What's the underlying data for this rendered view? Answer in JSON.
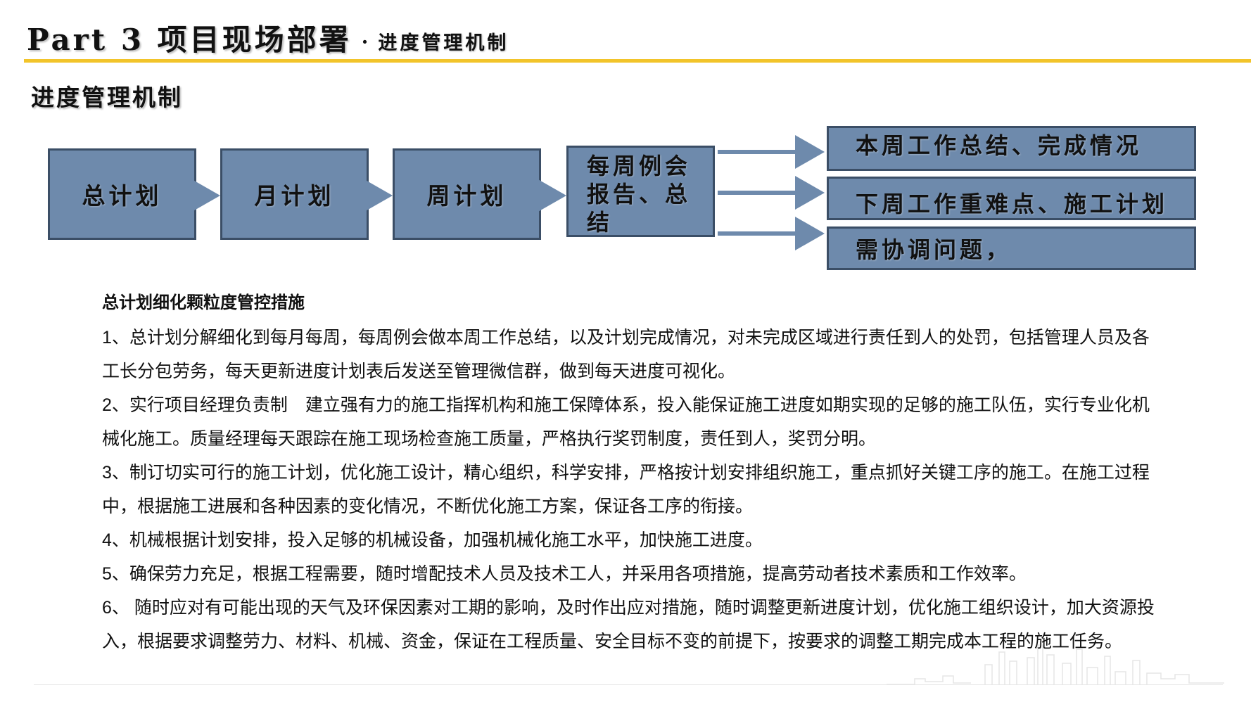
{
  "header": {
    "part_title": "Part 3 项目现场部署",
    "separator": "·",
    "sub_title": "进度管理机制"
  },
  "section_title": "进度管理机制",
  "flow": {
    "steps": [
      "总计划",
      "月计划",
      "周计划"
    ],
    "meeting": "每周例会报告、总结",
    "outputs": [
      "本周工作总结、完成情况",
      "下周工作重难点、施工计划",
      "需协调问题，"
    ]
  },
  "colors": {
    "box_fill": "#6e8aac",
    "box_border": "#3b4e66",
    "accent_rule": "#f2c42a"
  },
  "measures": {
    "title": "总计划细化颗粒度管控措施",
    "items": [
      "1、总计划分解细化到每月每周，每周例会做本周工作总结，以及计划完成情况，对未完成区域进行责任到人的处罚，包括管理人员及各工长分包劳务，每天更新进度计划表后发送至管理微信群，做到每天进度可视化。",
      "2、实行项目经理负责制　建立强有力的施工指挥机构和施工保障体系，投入能保证施工进度如期实现的足够的施工队伍，实行专业化机械化施工。质量经理每天跟踪在施工现场检查施工质量，严格执行奖罚制度，责任到人，奖罚分明。",
      "3、制订切实可行的施工计划，优化施工设计，精心组织，科学安排，严格按计划安排组织施工，重点抓好关键工序的施工。在施工过程中，根据施工进展和各种因素的变化情况，不断优化施工方案，保证各工序的衔接。",
      "4、机械根据计划安排，投入足够的机械设备，加强机械化施工水平，加快施工进度。",
      "5、确保劳力充足，根据工程需要，随时增配技术人员及技术工人，并采用各项措施，提高劳动者技术素质和工作效率。",
      "6、 随时应对有可能出现的天气及环保因素对工期的影响，及时作出应对措施，随时调整更新进度计划，优化施工组织设计，加大资源投入，根据要求调整劳力、材料、机械、资金，保证在工程质量、安全目标不变的前提下，按要求的调整工期完成本工程的施工任务。"
    ]
  }
}
